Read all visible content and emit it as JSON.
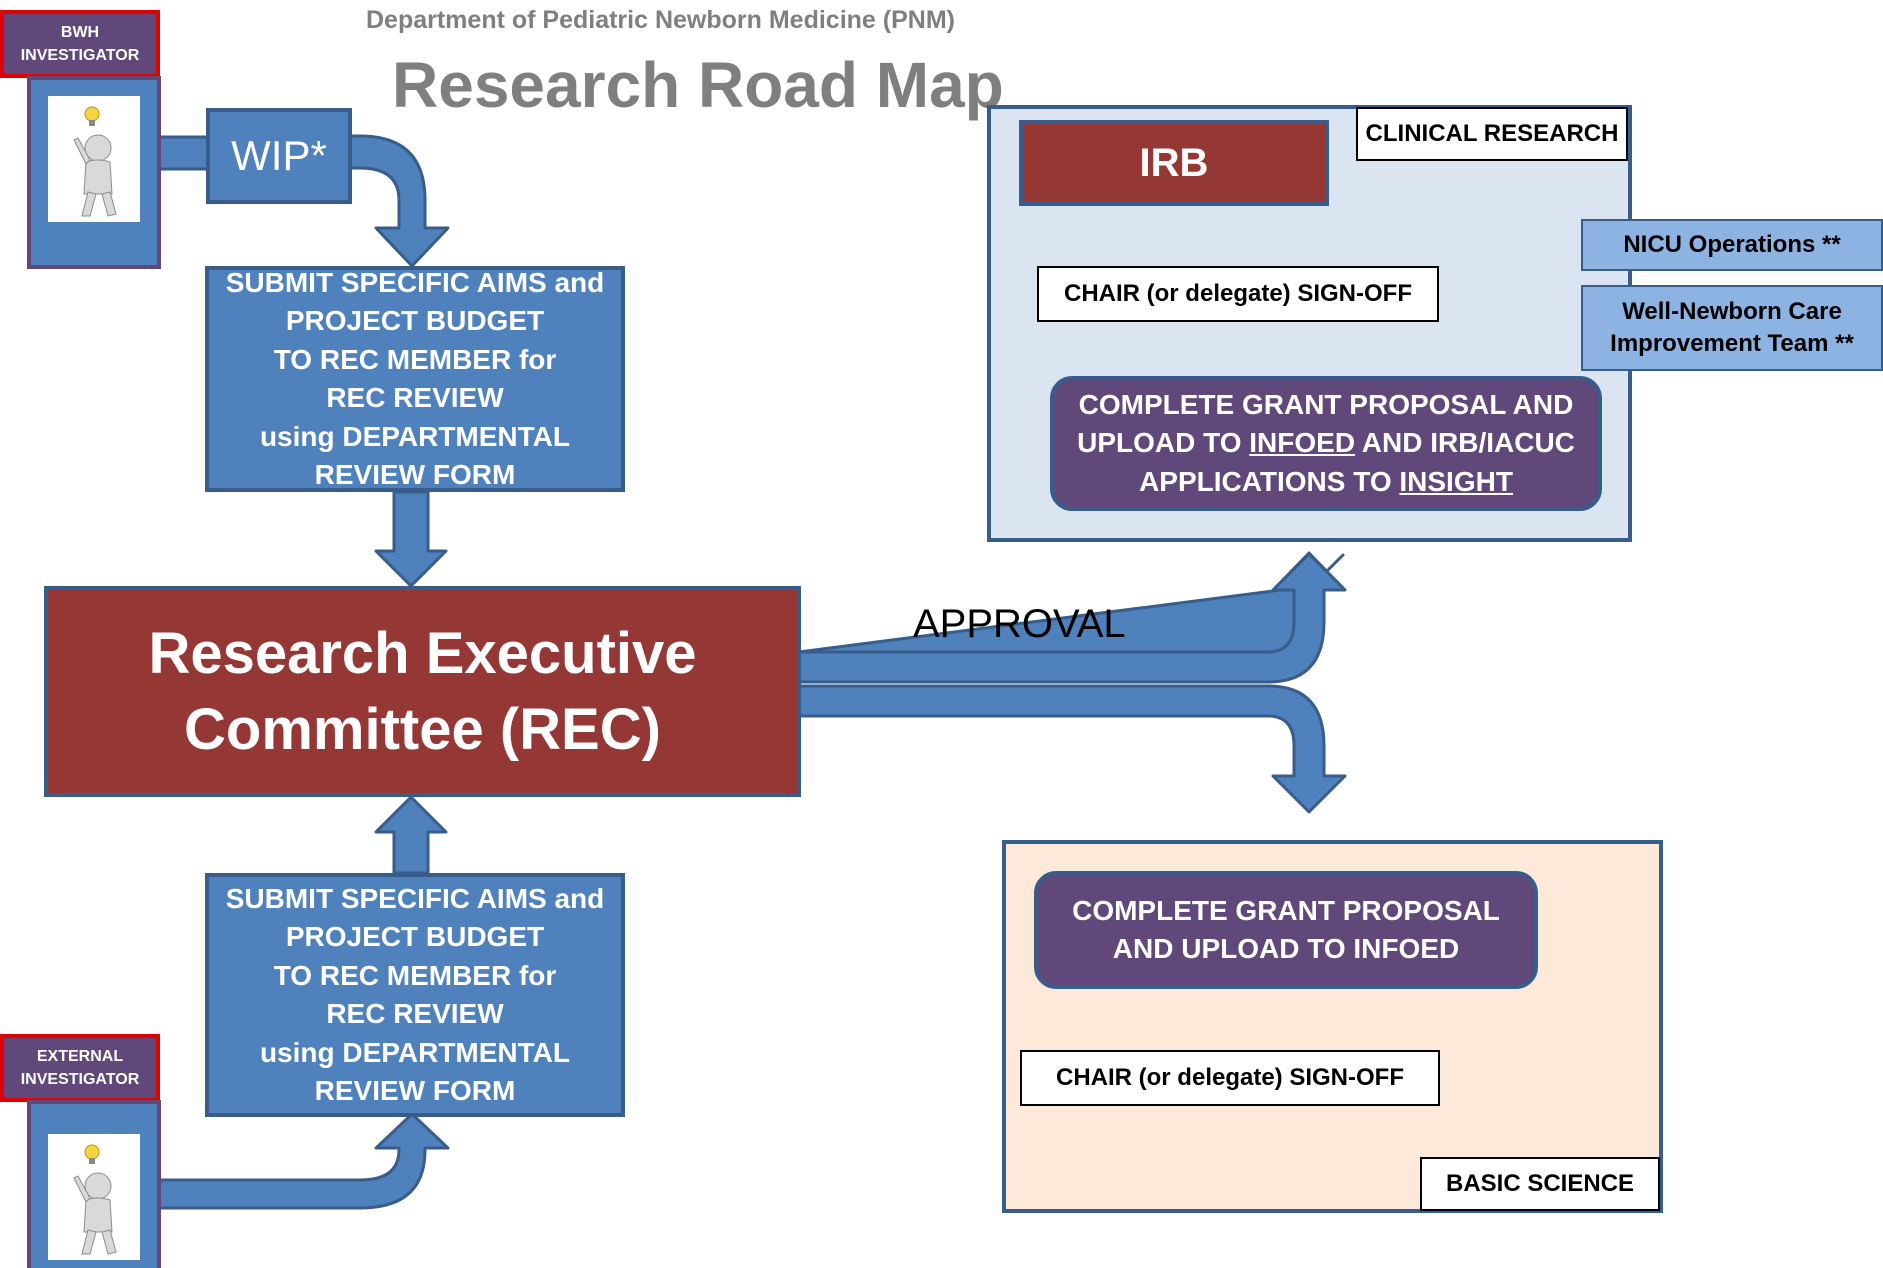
{
  "header": {
    "department": "Department of Pediatric Newborn Medicine (PNM)",
    "title": "Research Road Map"
  },
  "investigators": {
    "bwh": "BWH\nINVESTIGATOR",
    "external": "EXTERNAL\nINVESTIGATOR"
  },
  "wip": "WIP*",
  "submit_box_text": "SUBMIT SPECIFIC  AIMS and\nPROJECT BUDGET\nTO REC MEMBER for\nREC REVIEW\nusing  DEPARTMENTAL\nREVIEW FORM",
  "rec": "Research Executive\nCommittee (REC)",
  "approval": "APPROVAL",
  "clinical": {
    "label": "CLINICAL RESEARCH",
    "irb": "IRB",
    "chair": "CHAIR (or delegate) SIGN-OFF",
    "proposal": {
      "line1": "COMPLETE GRANT PROPOSAL AND",
      "line2_pre": "UPLOAD TO ",
      "line2_link": "INFOED",
      "line2_post": " AND IRB/IACUC",
      "line3_pre": "APPLICATIONS TO ",
      "line3_link": "INSIGHT"
    },
    "nicu": "NICU Operations **",
    "wellnewborn": "Well-Newborn Care\nImprovement Team **"
  },
  "basic": {
    "label": "BASIC SCIENCE",
    "proposal": "COMPLETE GRANT PROPOSAL\nAND UPLOAD TO INFOED",
    "chair": "CHAIR  (or delegate) SIGN-OFF"
  },
  "colors": {
    "blue": "#4f81bd",
    "blue_border": "#385d8a",
    "maroon": "#953735",
    "purple": "#60497a",
    "light_blue_panel": "#dbe5f1",
    "peach_panel": "#fde9d9",
    "light_blue_label": "#8db3e2",
    "title_gray": "#7f7f7f"
  }
}
